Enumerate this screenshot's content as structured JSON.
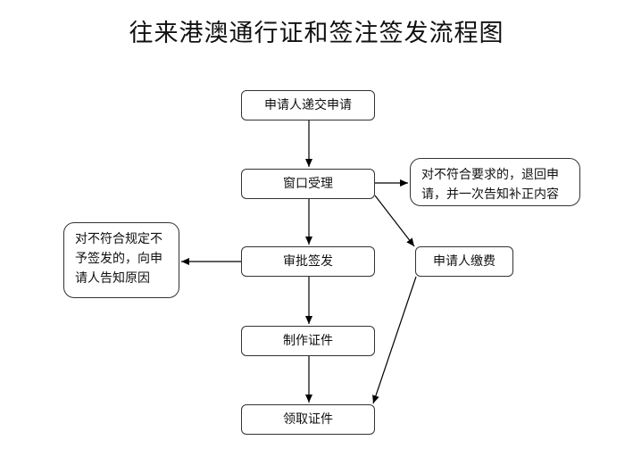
{
  "title": "往来港澳通行证和签注签发流程图",
  "nodes": {
    "submit": "申请人递交申请",
    "accept": "窗口受理",
    "review": "审批签发",
    "make": "制作证件",
    "collect": "领取证件",
    "pay": "申请人缴费"
  },
  "notes": {
    "accept_reject": "对不符合要求的，退回申请，并一次告知补正内容",
    "review_reject": "对不符合规定不予签发的，向申请人告知原因"
  },
  "edges": [
    {
      "from": "submit",
      "to": "accept"
    },
    {
      "from": "accept",
      "to": "review"
    },
    {
      "from": "accept",
      "to": "accept_reject"
    },
    {
      "from": "accept",
      "to": "pay"
    },
    {
      "from": "review",
      "to": "review_reject"
    },
    {
      "from": "review",
      "to": "make"
    },
    {
      "from": "make",
      "to": "collect"
    },
    {
      "from": "pay",
      "to": "collect"
    }
  ]
}
